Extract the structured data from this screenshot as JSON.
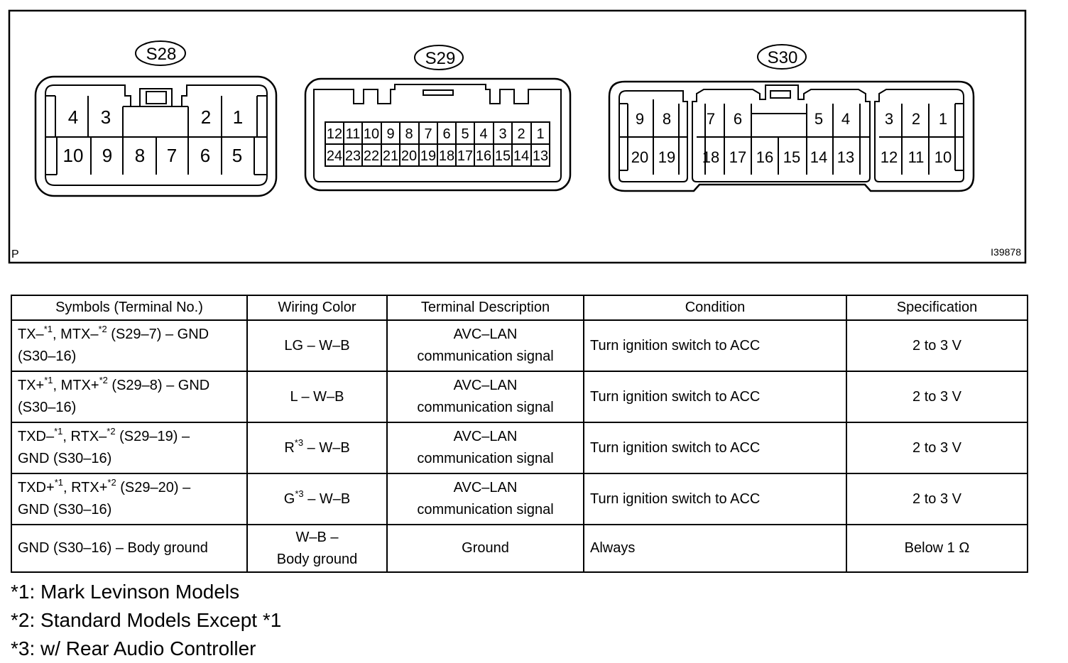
{
  "diagram": {
    "frame_mark": "P",
    "figure_id": "I39878",
    "connectors": [
      {
        "name": "S28",
        "top_row": [
          "4",
          "3",
          "2",
          "1"
        ],
        "bottom_row": [
          "10",
          "9",
          "8",
          "7",
          "6",
          "5"
        ]
      },
      {
        "name": "S29",
        "top_row": [
          "12",
          "11",
          "10",
          "9",
          "8",
          "7",
          "6",
          "5",
          "4",
          "3",
          "2",
          "1"
        ],
        "bottom_row": [
          "24",
          "23",
          "22",
          "21",
          "20",
          "19",
          "18",
          "17",
          "16",
          "15",
          "14",
          "13"
        ]
      },
      {
        "name": "S30",
        "top_row": [
          "9",
          "8",
          "7",
          "6",
          "5",
          "4",
          "3",
          "2",
          "1"
        ],
        "bottom_row": [
          "20",
          "19",
          "18",
          "17",
          "16",
          "15",
          "14",
          "13",
          "12",
          "11",
          "10"
        ]
      }
    ]
  },
  "table": {
    "headers": [
      "Symbols (Terminal No.)",
      "Wiring Color",
      "Terminal Description",
      "Condition",
      "Specification"
    ],
    "rows": [
      {
        "sym": {
          "a": "TX–",
          "a_sup": "*1",
          "b": ", MTX–",
          "b_sup": "*2",
          "c": " (S29–7) – GND",
          "d": "(S30–16)"
        },
        "wire": {
          "main": "LG – W–B",
          "sup": "",
          "rest": ""
        },
        "desc": {
          "l1": "AVC–LAN",
          "l2": "communication signal"
        },
        "condition": "Turn ignition switch to ACC",
        "spec": "2 to 3 V"
      },
      {
        "sym": {
          "a": "TX+",
          "a_sup": "*1",
          "b": ", MTX+",
          "b_sup": "*2",
          "c": " (S29–8) – GND",
          "d": "(S30–16)"
        },
        "wire": {
          "main": "L – W–B",
          "sup": "",
          "rest": ""
        },
        "desc": {
          "l1": "AVC–LAN",
          "l2": "communication signal"
        },
        "condition": "Turn ignition switch to ACC",
        "spec": "2 to 3 V"
      },
      {
        "sym": {
          "a": "TXD–",
          "a_sup": "*1",
          "b": ", RTX–",
          "b_sup": "*2",
          "c": " (S29–19) –",
          "d": "GND (S30–16)"
        },
        "wire": {
          "main": "R",
          "sup": "*3",
          "rest": " – W–B"
        },
        "desc": {
          "l1": "AVC–LAN",
          "l2": "communication signal"
        },
        "condition": "Turn ignition switch to ACC",
        "spec": "2 to 3 V"
      },
      {
        "sym": {
          "a": "TXD+",
          "a_sup": "*1",
          "b": ", RTX+",
          "b_sup": "*2",
          "c": " (S29–20) –",
          "d": "GND (S30–16)"
        },
        "wire": {
          "main": "G",
          "sup": "*3",
          "rest": " – W–B"
        },
        "desc": {
          "l1": "AVC–LAN",
          "l2": "communication signal"
        },
        "condition": "Turn ignition switch to ACC",
        "spec": "2 to 3 V"
      }
    ],
    "last_row": {
      "sym": "GND (S30–16) – Body ground",
      "wire_l1": "W–B –",
      "wire_l2": "Body ground",
      "desc": "Ground",
      "condition": "Always",
      "spec": "Below 1 Ω"
    }
  },
  "footnotes": [
    "*1: Mark Levinson Models",
    "*2: Standard Models Except *1",
    "*3: w/ Rear Audio Controller"
  ]
}
